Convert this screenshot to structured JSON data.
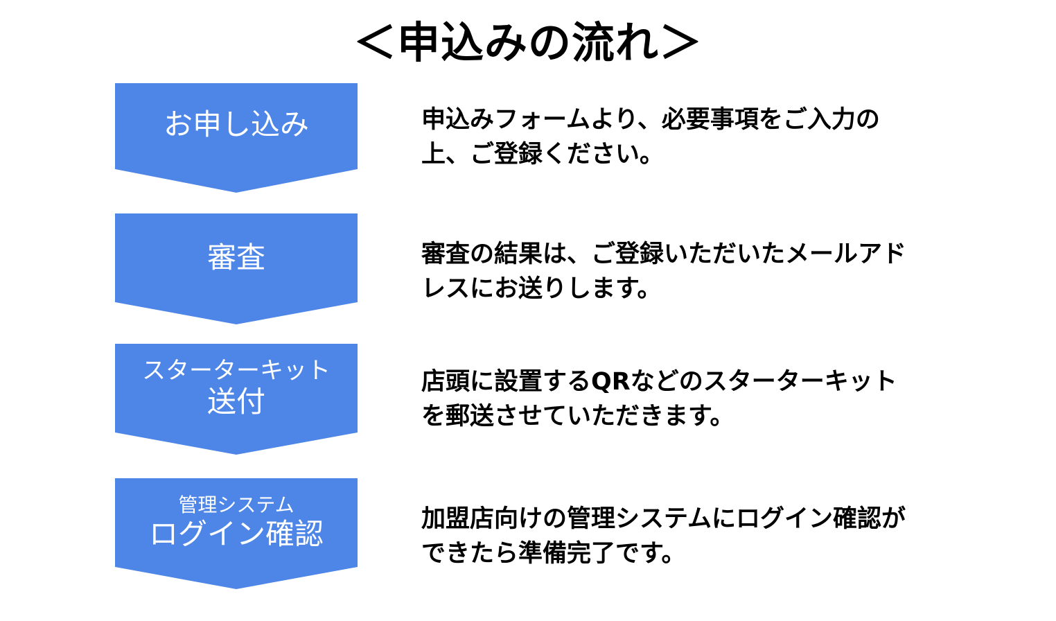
{
  "title": "＜申込みの流れ＞",
  "colors": {
    "arrow_fill": "#4e86e8",
    "label_text": "#ffffff",
    "desc_text": "#000000"
  },
  "steps": [
    {
      "label_line1": "お申し込み",
      "label_line2": "",
      "desc_line1": "申込みフォームより、必要事項をご入力の",
      "desc_line2": "上、ご登録ください。"
    },
    {
      "label_line1": "審査",
      "label_line2": "",
      "desc_line1": "審査の結果は、ご登録いただいたメールアド",
      "desc_line2": "レスにお送りします。"
    },
    {
      "label_line1": "スターターキット",
      "label_line2": "送付",
      "desc_line1": "店頭に設置するQRなどのスターターキット",
      "desc_line2": "を郵送させていただきます。"
    },
    {
      "label_line1": "管理システム",
      "label_line2": "ログイン確認",
      "desc_line1": "加盟店向けの管理システムにログイン確認が",
      "desc_line2": "できたら準備完了です。"
    }
  ]
}
